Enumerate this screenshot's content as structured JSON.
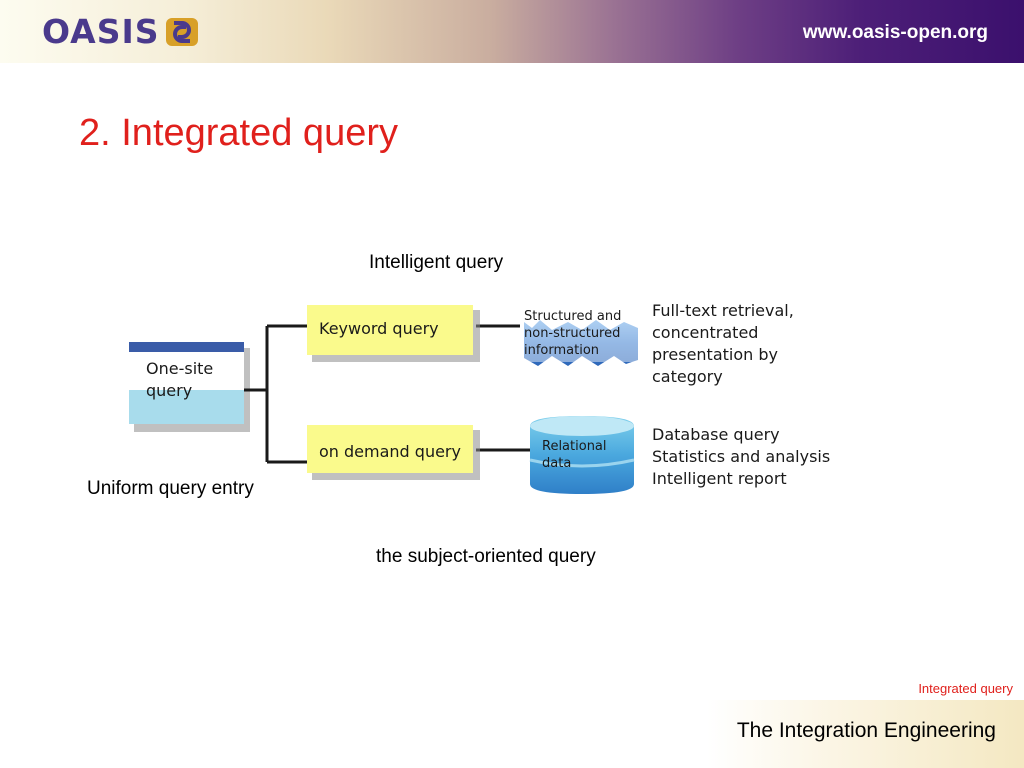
{
  "header": {
    "logo_text": "OASIS",
    "url": "www.oasis-open.org"
  },
  "slide": {
    "title": "2. Integrated query"
  },
  "captions": {
    "top": "Intelligent query",
    "left": "Uniform query entry",
    "bottom": "the subject-oriented query"
  },
  "diagram": {
    "root_lines": [
      "One-site",
      "query"
    ],
    "branches": [
      {
        "label": "Keyword query",
        "source_lines": [
          "Structured and",
          "non-structured",
          "information"
        ],
        "desc_lines": [
          "Full-text retrieval,",
          "concentrated",
          "presentation by",
          "category"
        ]
      },
      {
        "label": "on demand query",
        "source_lines": [
          "Relational",
          "data"
        ],
        "desc_lines": [
          "Database query",
          "Statistics and analysis",
          "Intelligent report"
        ]
      }
    ]
  },
  "footer": {
    "note": "Integrated query",
    "title": "The Integration Engineering"
  },
  "colors": {
    "title_red": "#e0201c",
    "brand_purple": "#4a3a8c",
    "brand_gold": "#d8a028",
    "box_yellow": "#fafa8c",
    "box_cyan": "#a8dcec",
    "box_blue_top": "#3a5ca8",
    "data_blue": "#4a90d8"
  }
}
